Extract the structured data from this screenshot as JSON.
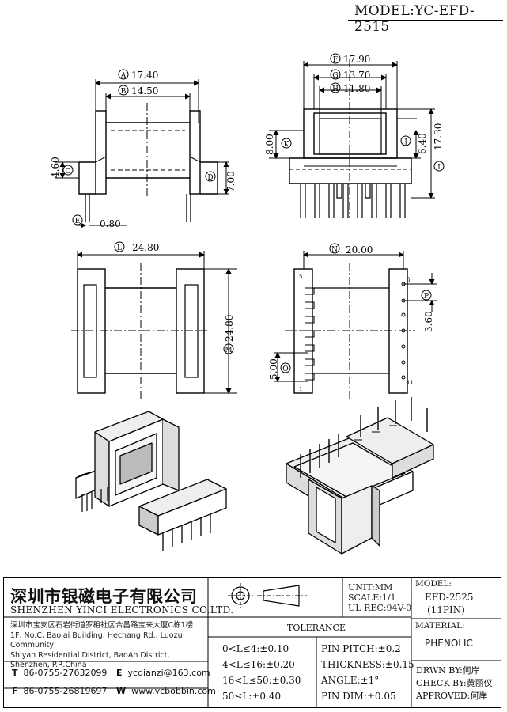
{
  "header": {
    "model_label": "MODEL:YC-EFD-2515"
  },
  "dims": {
    "A": "17.40",
    "B": "14.50",
    "C": "4.60",
    "D": "7.00",
    "E": "0.80",
    "F": "17.90",
    "G": "13.70",
    "H": "11.80",
    "I": "17.30",
    "J": "6.40",
    "K": "8.00",
    "L": "24.80",
    "M": "24.80",
    "N": "20.00",
    "O": "5.00",
    "P": "3.60"
  },
  "dim_letters": {
    "A": "A",
    "B": "B",
    "C": "C",
    "D": "D",
    "E": "E",
    "F": "F",
    "G": "G",
    "H": "H",
    "I": "I",
    "J": "J",
    "K": "K",
    "L": "L",
    "M": "M",
    "N": "N",
    "O": "O",
    "P": "P"
  },
  "pins": {
    "p5": "5",
    "p1": "1",
    "p6": "6",
    "p11": "11"
  },
  "title_block": {
    "company_cn": "深圳市银磁电子有限公司",
    "company_en": "SHENZHEN YINCI ELECTRONICS CO,LTD.",
    "address_cn": "深圳市宝安区石岩街道罗租社区合昌路宝来大厦C栋1楼",
    "address_en": [
      "1F, No.C, Baolai Building, Hechang Rd., Luozu Community,",
      "Shiyan Residential District, BaoAn District,",
      "Shenzhen, P.R.China"
    ],
    "tel_label": "T",
    "tel": "86-0755-27632099",
    "fax_label": "F",
    "fax": "86-0755-26819697",
    "email_label": "E",
    "email": "ycdianzi@163.com",
    "web_label": "W",
    "web": "www.ycbobbin.com",
    "unit": "UNIT:MM",
    "scale": "SCALE:1/1",
    "ul": "UL REC:94V-0",
    "model_label": "MODEL:",
    "model": "EFD-2525",
    "pins": "(11PIN)",
    "material_label": "MATERIAL:",
    "material": "PHENOLIC",
    "tolerance_title": "TOLERANCE",
    "tol_left": [
      "0<L≤4:±0.10",
      "4<L≤16:±0.20",
      "16<L≤50:±0.30",
      "50≤L:±0.40"
    ],
    "tol_right": [
      "PIN PITCH:±0.2",
      "THICKNESS:±0.15",
      "ANGLE:±1°",
      "PIN DIM:±0.05"
    ],
    "drawn_by": "DRWN BY:何岸",
    "check_by": "CHECK BY:黄丽仪",
    "approved": "APPROVED:何岸"
  }
}
